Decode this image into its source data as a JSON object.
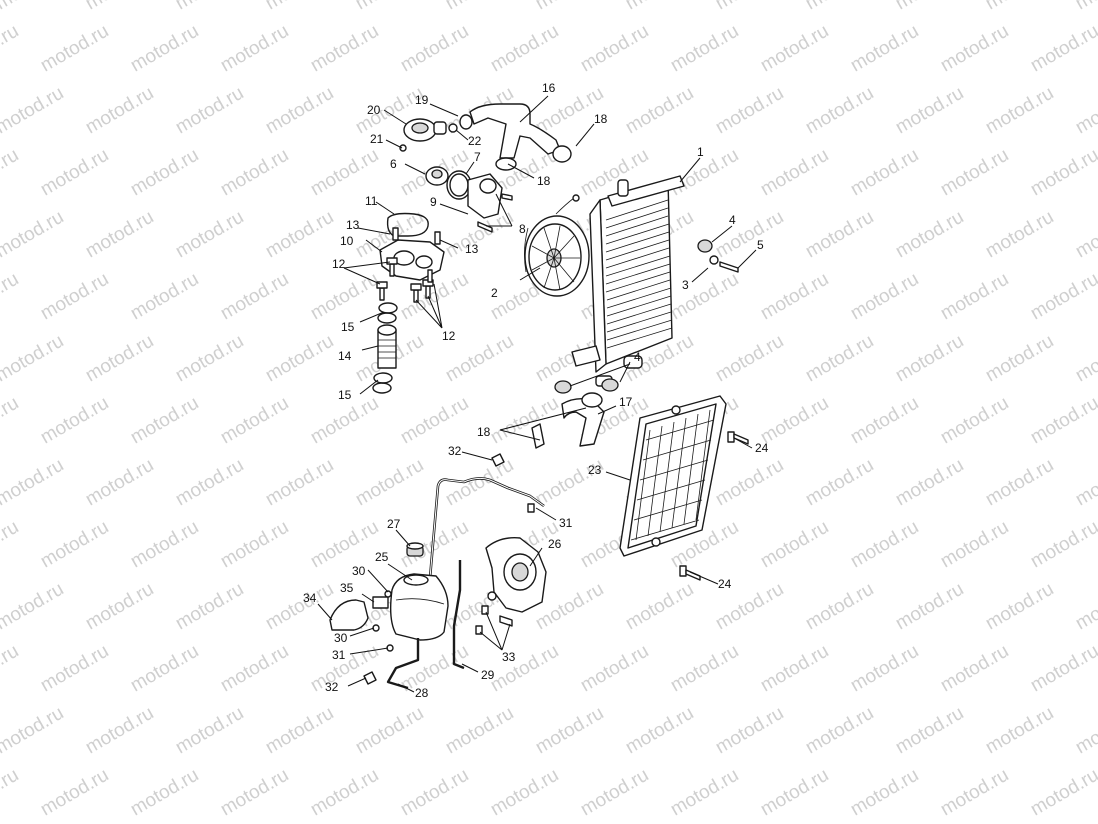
{
  "watermark": {
    "text": "motod.ru"
  },
  "callouts": [
    {
      "id": "c1",
      "label": "1"
    },
    {
      "id": "c2",
      "label": "2"
    },
    {
      "id": "c3",
      "label": "3"
    },
    {
      "id": "c4a",
      "label": "4"
    },
    {
      "id": "c4b",
      "label": "4"
    },
    {
      "id": "c5",
      "label": "5"
    },
    {
      "id": "c6",
      "label": "6"
    },
    {
      "id": "c7",
      "label": "7"
    },
    {
      "id": "c8",
      "label": "8"
    },
    {
      "id": "c9",
      "label": "9"
    },
    {
      "id": "c10",
      "label": "10"
    },
    {
      "id": "c11",
      "label": "11"
    },
    {
      "id": "c12a",
      "label": "12"
    },
    {
      "id": "c12b",
      "label": "12"
    },
    {
      "id": "c13a",
      "label": "13"
    },
    {
      "id": "c13b",
      "label": "13"
    },
    {
      "id": "c14",
      "label": "14"
    },
    {
      "id": "c15a",
      "label": "15"
    },
    {
      "id": "c15b",
      "label": "15"
    },
    {
      "id": "c16",
      "label": "16"
    },
    {
      "id": "c17",
      "label": "17"
    },
    {
      "id": "c18a",
      "label": "18"
    },
    {
      "id": "c18b",
      "label": "18"
    },
    {
      "id": "c18c",
      "label": "18"
    },
    {
      "id": "c19",
      "label": "19"
    },
    {
      "id": "c20",
      "label": "20"
    },
    {
      "id": "c21",
      "label": "21"
    },
    {
      "id": "c22",
      "label": "22"
    },
    {
      "id": "c23",
      "label": "23"
    },
    {
      "id": "c24a",
      "label": "24"
    },
    {
      "id": "c24b",
      "label": "24"
    },
    {
      "id": "c25",
      "label": "25"
    },
    {
      "id": "c26",
      "label": "26"
    },
    {
      "id": "c27",
      "label": "27"
    },
    {
      "id": "c28",
      "label": "28"
    },
    {
      "id": "c29",
      "label": "29"
    },
    {
      "id": "c30a",
      "label": "30"
    },
    {
      "id": "c30b",
      "label": "30"
    },
    {
      "id": "c31a",
      "label": "31"
    },
    {
      "id": "c31b",
      "label": "31"
    },
    {
      "id": "c32a",
      "label": "32"
    },
    {
      "id": "c32b",
      "label": "32"
    },
    {
      "id": "c33",
      "label": "33"
    },
    {
      "id": "c34",
      "label": "34"
    },
    {
      "id": "c35",
      "label": "35"
    }
  ]
}
